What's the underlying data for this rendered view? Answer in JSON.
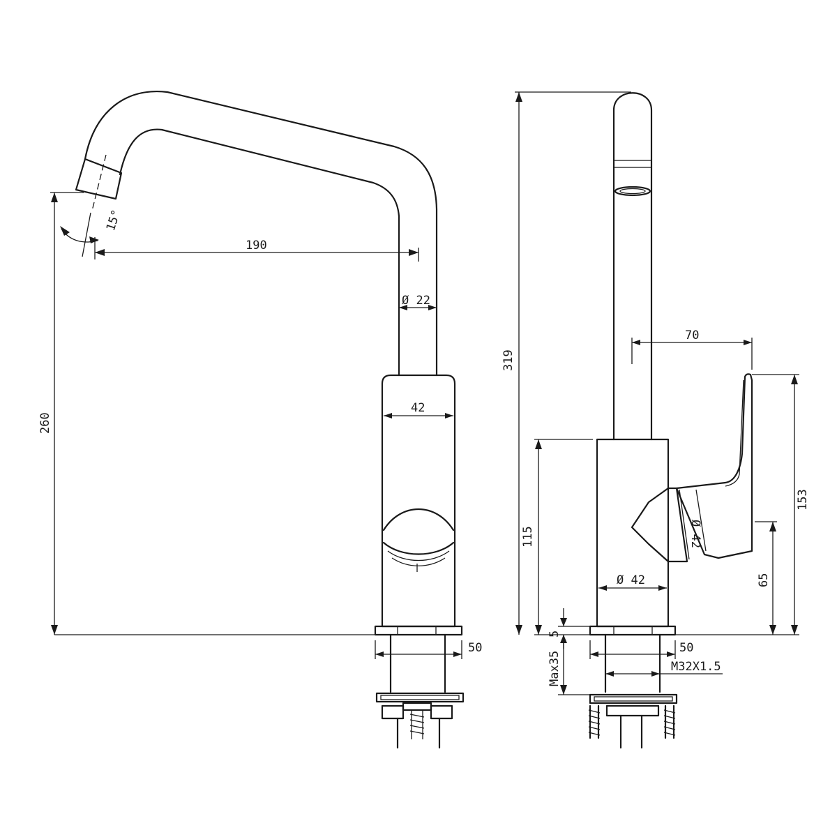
{
  "drawing": {
    "front_view": {
      "angle_label": "15°",
      "reach_label": "190",
      "pipe_diameter_label": "Ø 22",
      "body_width_label": "42",
      "spout_height_label": "260",
      "base_width_label": "50"
    },
    "side_view": {
      "total_height_label": "319",
      "handle_reach_label": "70",
      "handle_height_label": "153",
      "body_height_label": "115",
      "handle_diameter_label": "Ø 42",
      "body_diameter_label": "Ø 42",
      "handle_low_label": "65",
      "base_thickness_label": "5",
      "base_width_label": "50",
      "max_deck_label": "Max35",
      "thread_label": "M32X1.5"
    }
  }
}
